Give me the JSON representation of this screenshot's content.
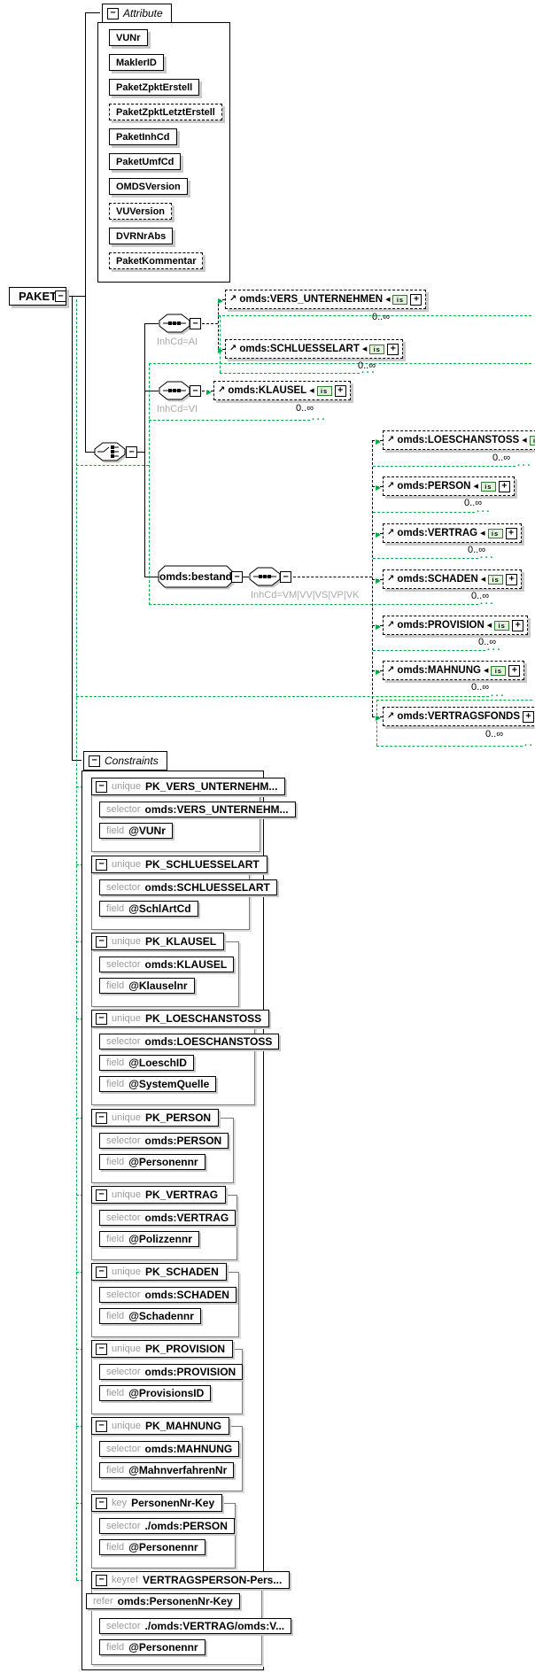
{
  "icons": {
    "plus": "+",
    "minus": "−",
    "ref_arrow": "↗",
    "sub_arrow": "◀",
    "is_badge": "is",
    "dots": "···"
  },
  "colors": {
    "link_green": "#00ad43",
    "shadow_gray": "#c9c9c9",
    "muted_label_gray": "#9b9b9b"
  },
  "root": {
    "label": "PAKET"
  },
  "attributes": {
    "title": "Attribute",
    "items": [
      {
        "label": "VUNr",
        "optional": false
      },
      {
        "label": "MaklerID",
        "optional": false
      },
      {
        "label": "PaketZpktErstell",
        "optional": false
      },
      {
        "label": "PaketZpktLetztErstell",
        "optional": true
      },
      {
        "label": "PaketInhCd",
        "optional": false
      },
      {
        "label": "PaketUmfCd",
        "optional": false
      },
      {
        "label": "OMDSVersion",
        "optional": false
      },
      {
        "label": "VUVersion",
        "optional": true
      },
      {
        "label": "DVRNrAbs",
        "optional": false
      },
      {
        "label": "PaketKommentar",
        "optional": true
      }
    ]
  },
  "content": {
    "branch_ai": {
      "condition": "InhCd=AI"
    },
    "branch_vi": {
      "condition": "InhCd=VI"
    },
    "bestand": {
      "label": "omds:bestand",
      "condition": "InhCd=VM|VV|VS|VP|VK"
    },
    "elements": {
      "vers_unternehmen": {
        "label": "omds:VERS_UNTERNEHMEN",
        "occurs": "0..∞"
      },
      "schluesselart": {
        "label": "omds:SCHLUESSELART",
        "occurs": "0..∞"
      },
      "klausel": {
        "label": "omds:KLAUSEL",
        "occurs": "0..∞"
      },
      "loeschanstoss": {
        "label": "omds:LOESCHANSTOSS",
        "occurs": "0..∞"
      },
      "person": {
        "label": "omds:PERSON",
        "occurs": "0..∞"
      },
      "vertrag": {
        "label": "omds:VERTRAG",
        "occurs": "0..∞"
      },
      "schaden": {
        "label": "omds:SCHADEN",
        "occurs": "0..∞"
      },
      "provision": {
        "label": "omds:PROVISION",
        "occurs": "0..∞"
      },
      "mahnung": {
        "label": "omds:MAHNUNG",
        "occurs": "0..∞"
      },
      "vertragsfonds": {
        "label": "omds:VERTRAGSFONDS",
        "occurs": "0..∞"
      }
    }
  },
  "constraints": {
    "title": "Constraints",
    "labels": {
      "selector": "selector",
      "field": "field",
      "refer": "refer"
    },
    "items": [
      {
        "kind": "unique",
        "name": "PK_VERS_UNTERNEHM...",
        "selector": "omds:VERS_UNTERNEHM...",
        "fields": [
          "@VUNr"
        ]
      },
      {
        "kind": "unique",
        "name": "PK_SCHLUESSELART",
        "selector": "omds:SCHLUESSELART",
        "fields": [
          "@SchlArtCd"
        ]
      },
      {
        "kind": "unique",
        "name": "PK_KLAUSEL",
        "selector": "omds:KLAUSEL",
        "fields": [
          "@Klauselnr"
        ]
      },
      {
        "kind": "unique",
        "name": "PK_LOESCHANSTOSS",
        "selector": "omds:LOESCHANSTOSS",
        "fields": [
          "@LoeschID",
          "@SystemQuelle"
        ]
      },
      {
        "kind": "unique",
        "name": "PK_PERSON",
        "selector": "omds:PERSON",
        "fields": [
          "@Personennr"
        ]
      },
      {
        "kind": "unique",
        "name": "PK_VERTRAG",
        "selector": "omds:VERTRAG",
        "fields": [
          "@Polizzennr"
        ]
      },
      {
        "kind": "unique",
        "name": "PK_SCHADEN",
        "selector": "omds:SCHADEN",
        "fields": [
          "@Schadennr"
        ]
      },
      {
        "kind": "unique",
        "name": "PK_PROVISION",
        "selector": "omds:PROVISION",
        "fields": [
          "@ProvisionsID"
        ]
      },
      {
        "kind": "unique",
        "name": "PK_MAHNUNG",
        "selector": "omds:MAHNUNG",
        "fields": [
          "@MahnverfahrenNr"
        ]
      },
      {
        "kind": "key",
        "name": "PersonenNr-Key",
        "selector": "./omds:PERSON",
        "fields": [
          "@Personennr"
        ]
      },
      {
        "kind": "keyref",
        "name": "VERTRAGSPERSON-Pers...",
        "refer": "omds:PersonenNr-Key",
        "selector": "./omds:VERTRAG/omds:V...",
        "fields": [
          "@Personennr"
        ]
      }
    ]
  }
}
